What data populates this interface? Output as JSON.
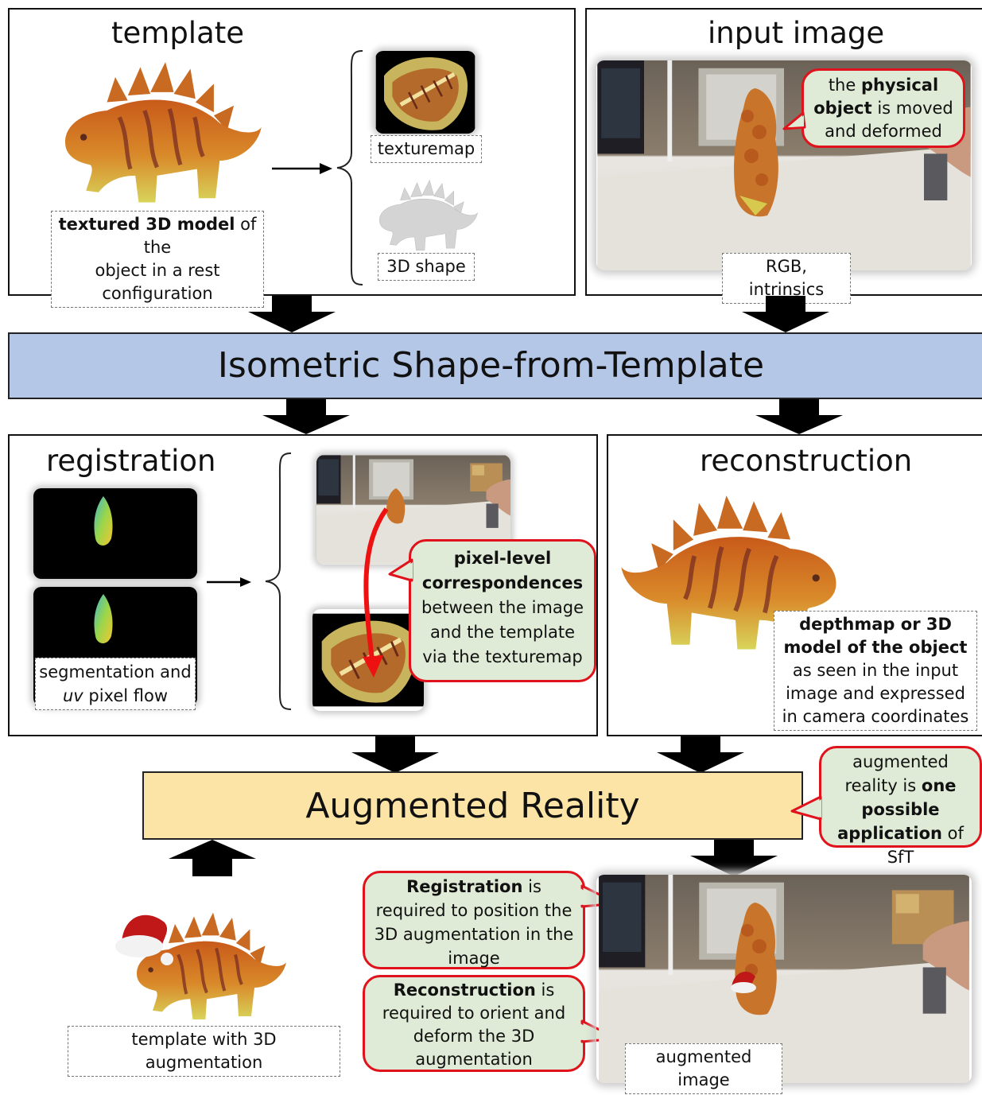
{
  "template_panel": {
    "title": "template",
    "model_caption_bold": "textured 3D model",
    "model_caption_rest_1": " of the",
    "model_caption_rest_2": "object in a rest",
    "model_caption_rest_3": "configuration",
    "texturemap_label": "texturemap",
    "shape_label": "3D shape"
  },
  "input_panel": {
    "title": "input image",
    "bubble_pre": "the ",
    "bubble_bold": "physical object",
    "bubble_post": " is moved and deformed",
    "rgb_label": "RGB, intrinsics"
  },
  "sft_band": {
    "label": "Isometric Shape-from-Template",
    "color": "#b4c7e7"
  },
  "registration_panel": {
    "title": "registration",
    "seg_caption_1": "segmentation and",
    "seg_caption_uv": "uv",
    "seg_caption_2": " pixel flow",
    "bubble_bold": "pixel-level correspondences",
    "bubble_rest": "between the image and the template via the texturemap"
  },
  "reconstruction_panel": {
    "title": "reconstruction",
    "caption_bold": "depthmap or 3D model of the object",
    "caption_rest": " as seen in the input image and expressed in camera coordinates"
  },
  "ar_band": {
    "label": "Augmented Reality",
    "color": "#fbe4a6"
  },
  "ar_bubble": {
    "pre": "augmented reality is ",
    "bold": "one possible application",
    "post": " of SfT"
  },
  "bottom": {
    "template_aug_label": "template with 3D augmentation",
    "reg_bubble_bold": "Registration",
    "reg_bubble_rest": " is required to position the 3D augmentation in the image",
    "rec_bubble_bold": "Reconstruction",
    "rec_bubble_rest": " is required to orient and deform the 3D augmentation",
    "aug_image_label": "augmented image"
  },
  "colors": {
    "bubble_fill": "#dfebd6",
    "bubble_border": "#e0121b",
    "arrow": "#000000",
    "flow_arrow": "#ee1111"
  }
}
